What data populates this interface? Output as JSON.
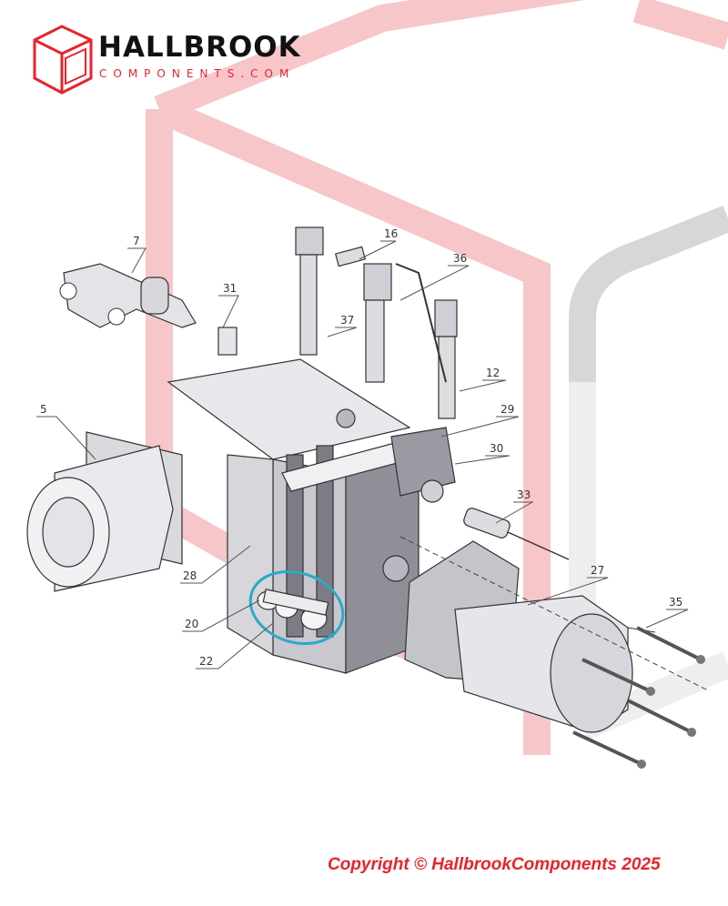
{
  "branding": {
    "name": "HALLBROOK",
    "subtitle": "COMPONENTS.COM",
    "accent_color": "#e8232c",
    "icon": "cube-logo-icon"
  },
  "copyright": "Copyright © HallbrookComponents 2025",
  "highlight": {
    "color": "#2aaac8",
    "target_callout": "22"
  },
  "callouts": [
    "7",
    "16",
    "36",
    "31",
    "37",
    "12",
    "29",
    "30",
    "5",
    "33",
    "28",
    "20",
    "22",
    "27",
    "35"
  ]
}
